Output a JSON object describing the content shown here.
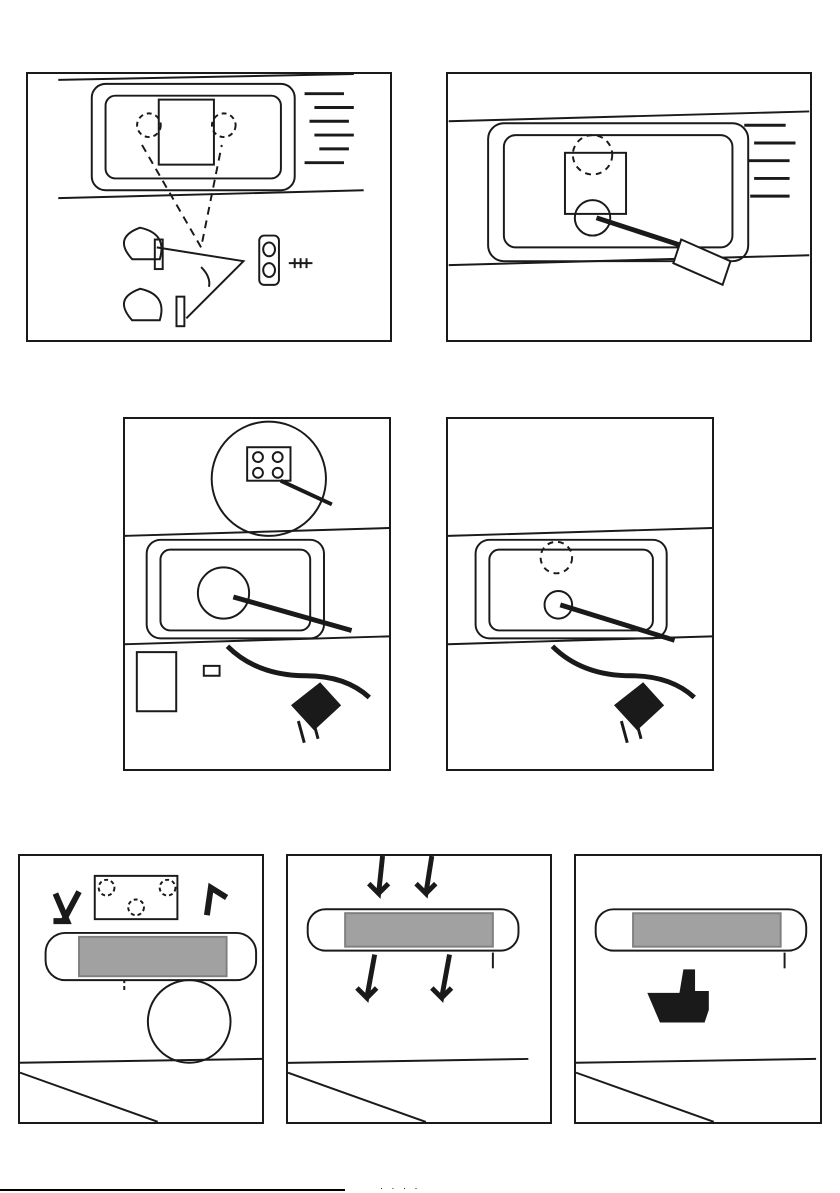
{
  "document": {
    "type": "installation-instructions",
    "panels": [
      {
        "id": "p1",
        "icon": "mounting-bracket-parts"
      },
      {
        "id": "p2",
        "icon": "screw-bracket-to-heater"
      },
      {
        "id": "p3",
        "icon": "connect-terminal-block"
      },
      {
        "id": "p4",
        "icon": "close-terminal-cover"
      },
      {
        "id": "p5",
        "icon": "wall-plate-mounting"
      },
      {
        "id": "p6",
        "icon": "hang-heater-on-wall"
      },
      {
        "id": "p7",
        "icon": "installation-complete-thumbs-up"
      }
    ],
    "footer_marks": "·  ·  ·  ·"
  },
  "colors": {
    "line": "#1a1a1a",
    "grille": "#555555",
    "fill": "#ffffff"
  }
}
